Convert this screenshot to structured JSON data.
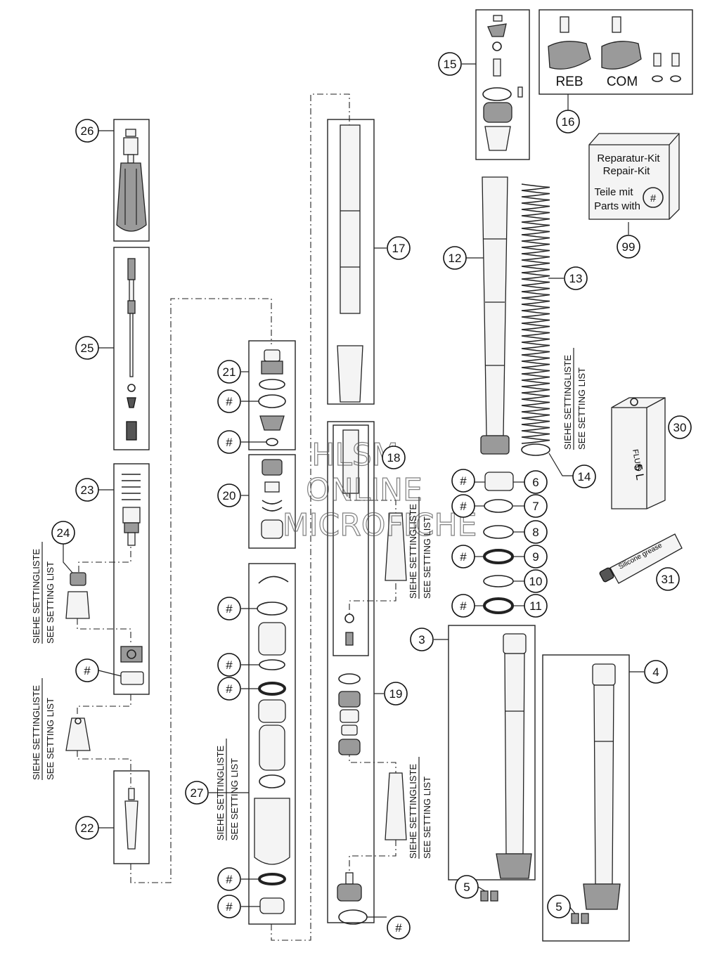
{
  "callouts": {
    "c26": "26",
    "c25": "25",
    "c23": "23",
    "c24": "24",
    "c22": "22",
    "c21": "21",
    "c20": "20",
    "c27": "27",
    "c17": "17",
    "c18": "18",
    "c19": "19",
    "c15": "15",
    "c16": "16",
    "c12": "12",
    "c13": "13",
    "c14": "14",
    "c6": "6",
    "c7": "7",
    "c8": "8",
    "c9": "9",
    "c10": "10",
    "c11": "11",
    "c3": "3",
    "c4": "4",
    "c5": "5",
    "c30": "30",
    "c31": "31",
    "c99": "99",
    "hash": "#"
  },
  "labels": {
    "reb": "REB",
    "com": "COM",
    "setting_de": "SIEHE SETTINGLISTE",
    "setting_en": "SEE SETTING LIST"
  },
  "repair_kit": {
    "line1": "Reparatur-Kit",
    "line2": "Repair-Kit",
    "line3": "Teile mit",
    "line4": "Parts with",
    "symbol": "#"
  },
  "products": {
    "fluid_label": "FLUID",
    "fluid_volume": "5 L",
    "grease_label": "Silicone grease"
  },
  "watermark": {
    "line1": "HLSM",
    "line2": "ONLINE",
    "line3": "MICROFICHE"
  }
}
